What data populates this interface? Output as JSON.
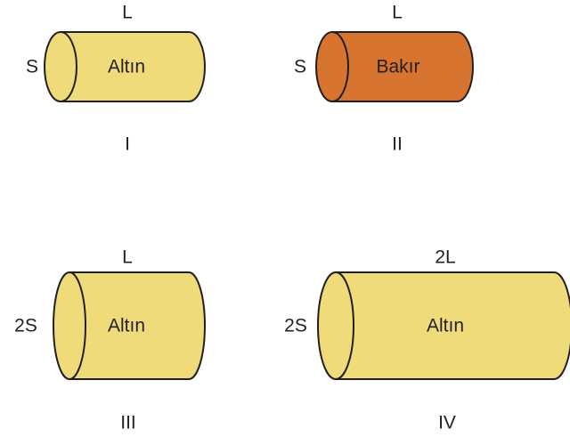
{
  "colors": {
    "gold": "#efdb7a",
    "copper": "#d7742f",
    "stroke": "#231f20",
    "text": "#231f20"
  },
  "cylinders": [
    {
      "material": "Altın",
      "length_label": "L",
      "area_label": "S",
      "roman": "I",
      "relative_length": 1,
      "relative_area": 1,
      "fill": "gold"
    },
    {
      "material": "Bakır",
      "length_label": "L",
      "area_label": "S",
      "roman": "II",
      "relative_length": 1,
      "relative_area": 1,
      "fill": "copper"
    },
    {
      "material": "Altın",
      "length_label": "L",
      "area_label": "2S",
      "roman": "III",
      "relative_length": 1,
      "relative_area": 2,
      "fill": "gold"
    },
    {
      "material": "Altın",
      "length_label": "2L",
      "area_label": "2S",
      "roman": "IV",
      "relative_length": 2,
      "relative_area": 2,
      "fill": "gold"
    }
  ]
}
